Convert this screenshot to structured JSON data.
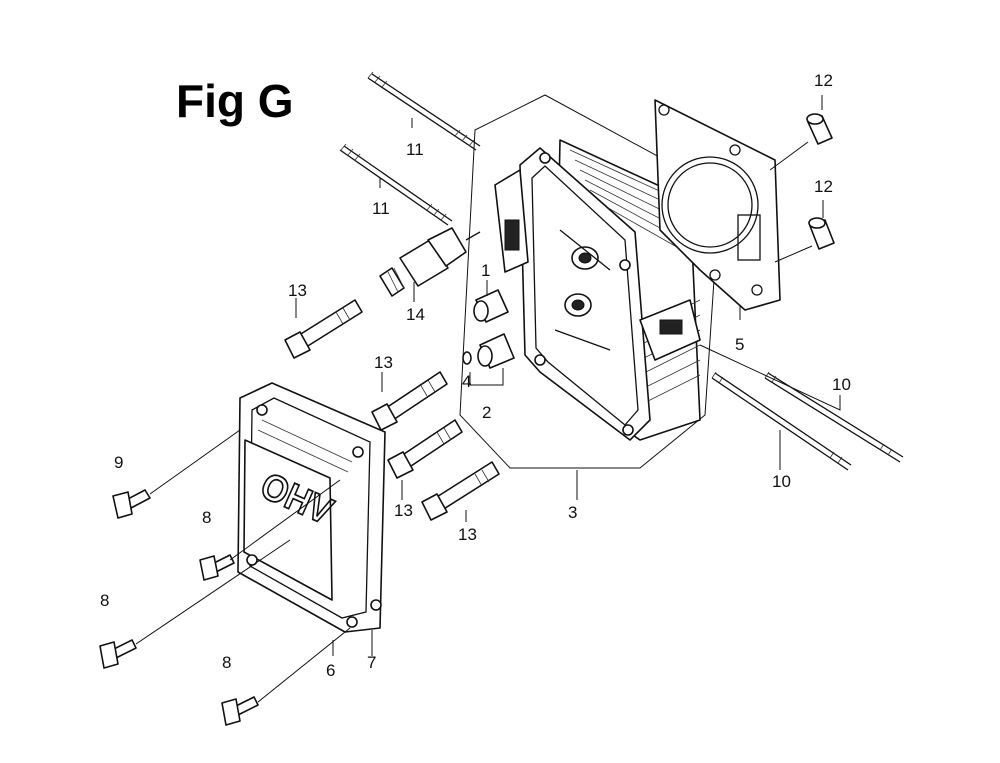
{
  "figure": {
    "title": "Fig G",
    "cover_emboss": "OHV"
  },
  "callouts": [
    {
      "id": "c12a",
      "label": "12"
    },
    {
      "id": "c12b",
      "label": "12"
    },
    {
      "id": "c11a",
      "label": "11"
    },
    {
      "id": "c11b",
      "label": "11"
    },
    {
      "id": "c13a",
      "label": "13"
    },
    {
      "id": "c13b",
      "label": "13"
    },
    {
      "id": "c13c",
      "label": "13"
    },
    {
      "id": "c13d",
      "label": "13"
    },
    {
      "id": "c14",
      "label": "14"
    },
    {
      "id": "c1",
      "label": "1"
    },
    {
      "id": "c4",
      "label": "4"
    },
    {
      "id": "c2",
      "label": "2"
    },
    {
      "id": "c5",
      "label": "5"
    },
    {
      "id": "c3",
      "label": "3"
    },
    {
      "id": "c10a",
      "label": "10"
    },
    {
      "id": "c10b",
      "label": "10"
    },
    {
      "id": "c9",
      "label": "9"
    },
    {
      "id": "c8a",
      "label": "8"
    },
    {
      "id": "c8b",
      "label": "8"
    },
    {
      "id": "c8c",
      "label": "8"
    },
    {
      "id": "c6",
      "label": "6"
    },
    {
      "id": "c7",
      "label": "7"
    }
  ]
}
